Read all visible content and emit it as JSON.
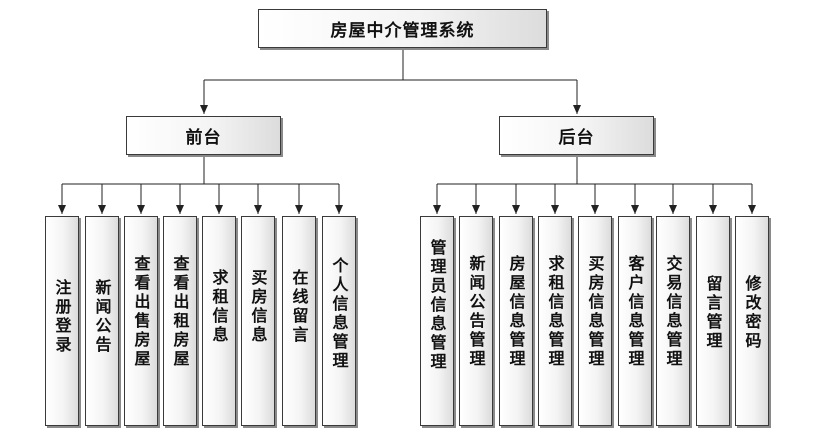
{
  "root": {
    "label": "房屋中介管理系统"
  },
  "branches": [
    {
      "label": "前台",
      "children": [
        "注册登录",
        "新闻公告",
        "查看出售房屋",
        "查看出租房屋",
        "求租信息",
        "买房信息",
        "在线留言",
        "个人信息管理"
      ]
    },
    {
      "label": "后台",
      "children": [
        "管理员信息管理",
        "新闻公告管理",
        "房屋信息管理",
        "求租信息管理",
        "买房信息管理",
        "客户信息管理",
        "交易信息管理",
        "留言管理",
        "修改密码"
      ]
    }
  ]
}
